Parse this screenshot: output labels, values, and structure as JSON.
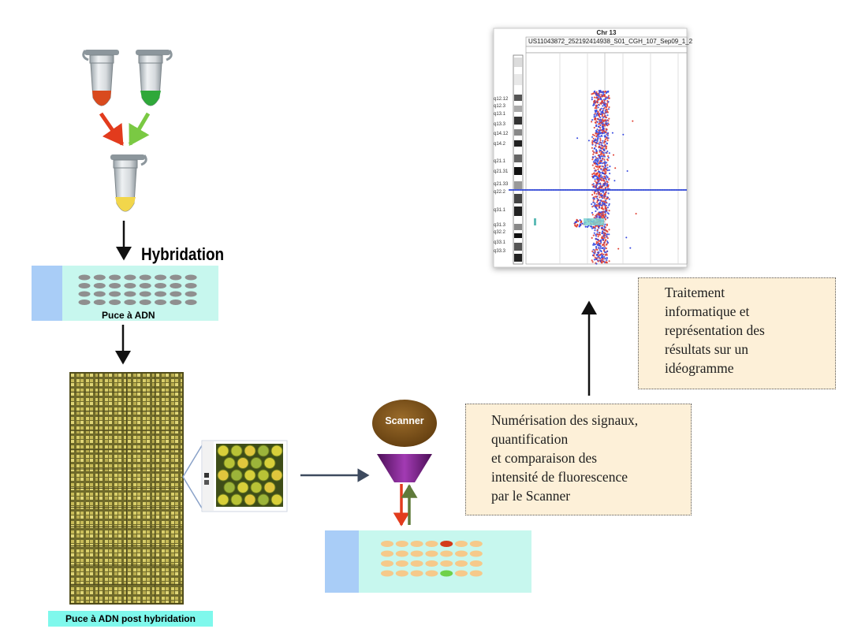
{
  "labels": {
    "hybridation": "Hybridation",
    "puce_adn": "Puce à ADN",
    "puce_adn_post": "Puce à ADN post hybridation",
    "scanner": "Scanner"
  },
  "plot": {
    "chromosome_title": "Chr 13",
    "sample_name": "US11043872_252192414938_S01_CGH_107_Sep09_1_2"
  },
  "ideogram_bands": [
    "q12.12",
    "q12.3",
    "q13.1",
    "q13.3",
    "q14.12",
    "q14.2",
    "q21.1",
    "q21.31",
    "q21.33",
    "q22.2",
    "q31.1",
    "q31.3",
    "q32.2",
    "q33.1",
    "q33.3"
  ],
  "notes": {
    "traitement": [
      "Traitement",
      "informatique et",
      "représentation des",
      "résultats sur un",
      "idéogramme"
    ],
    "numerisation": [
      "Numérisation des signaux,",
      "quantification",
      "et comparaison des",
      "intensité de fluorescence",
      "par le Scanner"
    ]
  },
  "colors": {
    "red_sample": "#d94a1e",
    "green_sample": "#2fa83a",
    "mix_yellow": "#f2d64b",
    "chip_bg": "#c7f7ee",
    "chip_edge": "#a9cdf7",
    "scanner_head": "#7a4a14",
    "scanner_cone": "#7a1d86",
    "note_bg": "#fdf0d8"
  }
}
